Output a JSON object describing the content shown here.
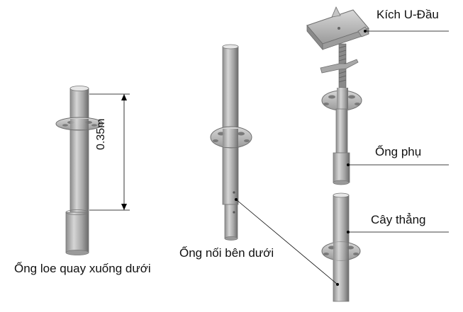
{
  "labels": {
    "flare_tube": "Ống loe quay xuống dưới",
    "bottom_connector": "Ống nối bên dưới",
    "u_head_jack": "Kích U-Đầu",
    "sub_tube": "Ống phụ",
    "standard": "Cây thẳng"
  },
  "dimension": "0.35m",
  "colors": {
    "metal_light": "#d0d0d0",
    "metal_mid": "#a8a8a8",
    "metal_dark": "#6e6e6e",
    "line": "#000000"
  }
}
